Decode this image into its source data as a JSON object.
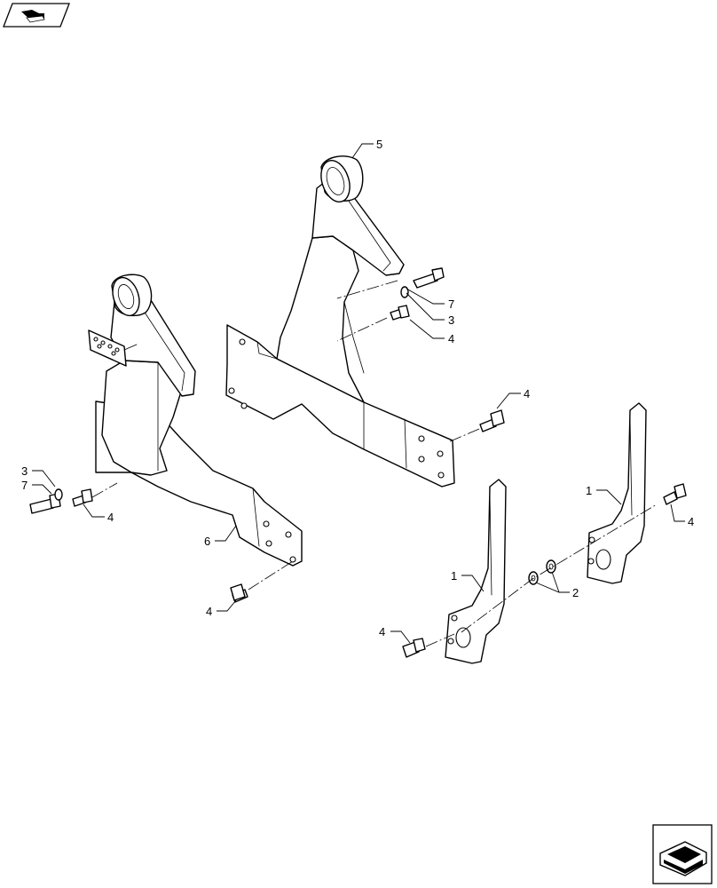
{
  "callouts": {
    "c1a": "1",
    "c1b": "1",
    "c2": "2",
    "c3a": "3",
    "c3b": "3",
    "c4a": "4",
    "c4b": "4",
    "c4c": "4",
    "c4d": "4",
    "c4e": "4",
    "c4f": "4",
    "c5": "5",
    "c6": "6",
    "c7a": "7",
    "c7b": "7"
  },
  "icons": {
    "top_left": "page-navigation-icon",
    "bottom_right": "next-page-icon"
  },
  "colors": {
    "line": "#000000",
    "background": "#ffffff"
  }
}
